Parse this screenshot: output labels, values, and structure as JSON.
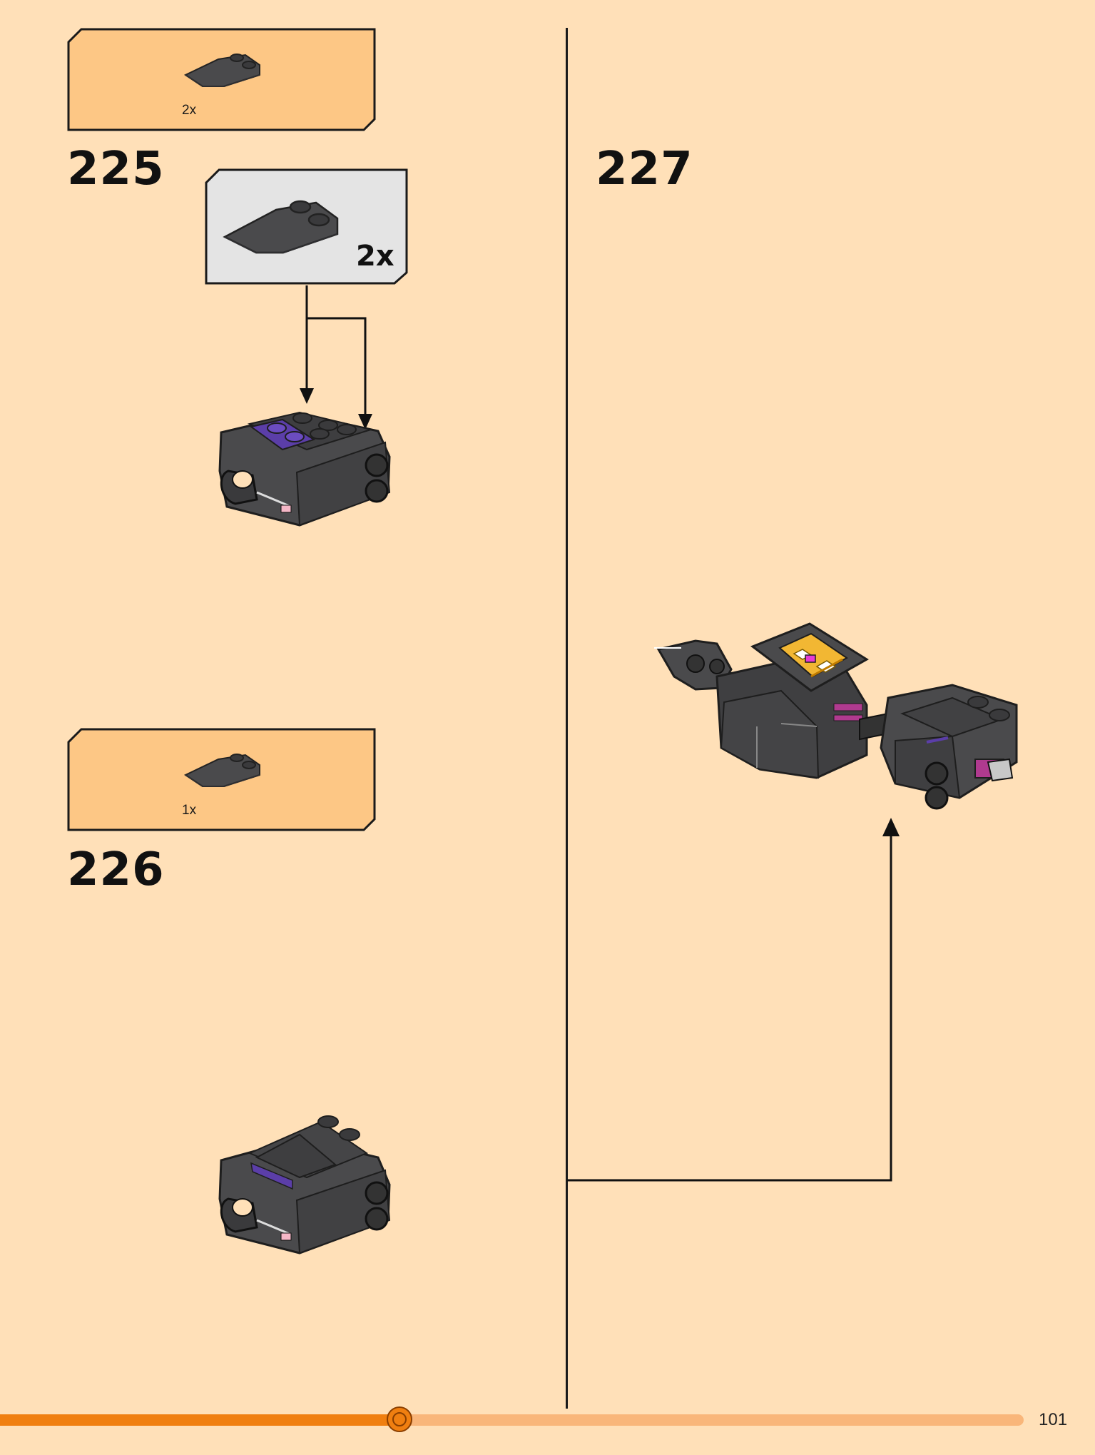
{
  "steps": [
    {
      "number": "225",
      "parts_qty": "2x",
      "sub_qty": "2x"
    },
    {
      "number": "226",
      "parts_qty": "1x"
    },
    {
      "number": "227"
    }
  ],
  "page_number": "101",
  "progress": {
    "fraction": 0.39
  },
  "colors": {
    "background": "#ffe0b8",
    "callout_fill": "#fdc785",
    "sub_callout_fill": "#e4e4e4",
    "progress_done": "#f07f10",
    "progress_track": "#f9b67a",
    "brick_dark": "#4a4a4c",
    "brick_purple": "#5b3ea8",
    "brick_magenta": "#b03a8f",
    "brick_gold": "#f2b733"
  }
}
